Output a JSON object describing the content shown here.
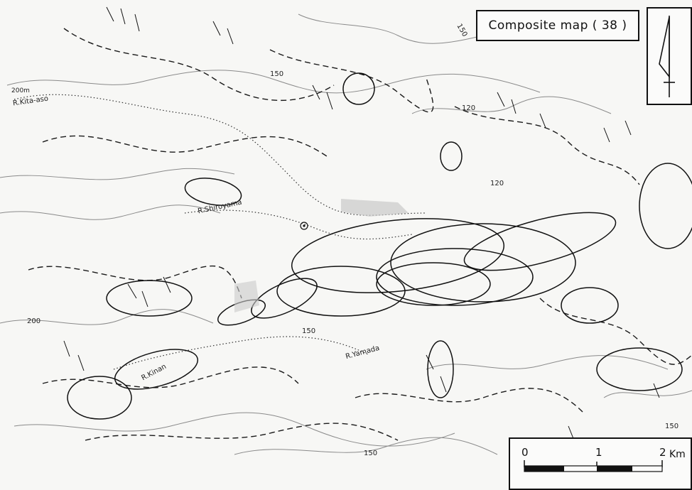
{
  "title": "Composite map ( 38 )",
  "scale_bar": {
    "ticks": [
      "0",
      "1",
      "2"
    ],
    "unit": "Km"
  },
  "labels": {
    "river_kita_aso": "R.Kita-aso",
    "river_yamada": "R.Yamada",
    "river_shiroyama": "R.Shiroyama",
    "river_kinan": "R.Kinan",
    "contour_200m": "200m",
    "contour_200_left": "200",
    "contour_150_top": "150",
    "contour_150_mid": "150",
    "contour_120_top": "120",
    "contour_120_mid": "120",
    "contour_150_center": "150",
    "contour_150_bottom": "150",
    "contour_150_right": "150"
  },
  "colors": {
    "ink": "#111111",
    "contour": "#8a8a8a",
    "paper": "#f7f7f5"
  },
  "icons": {
    "north": "north-arrow-icon"
  }
}
